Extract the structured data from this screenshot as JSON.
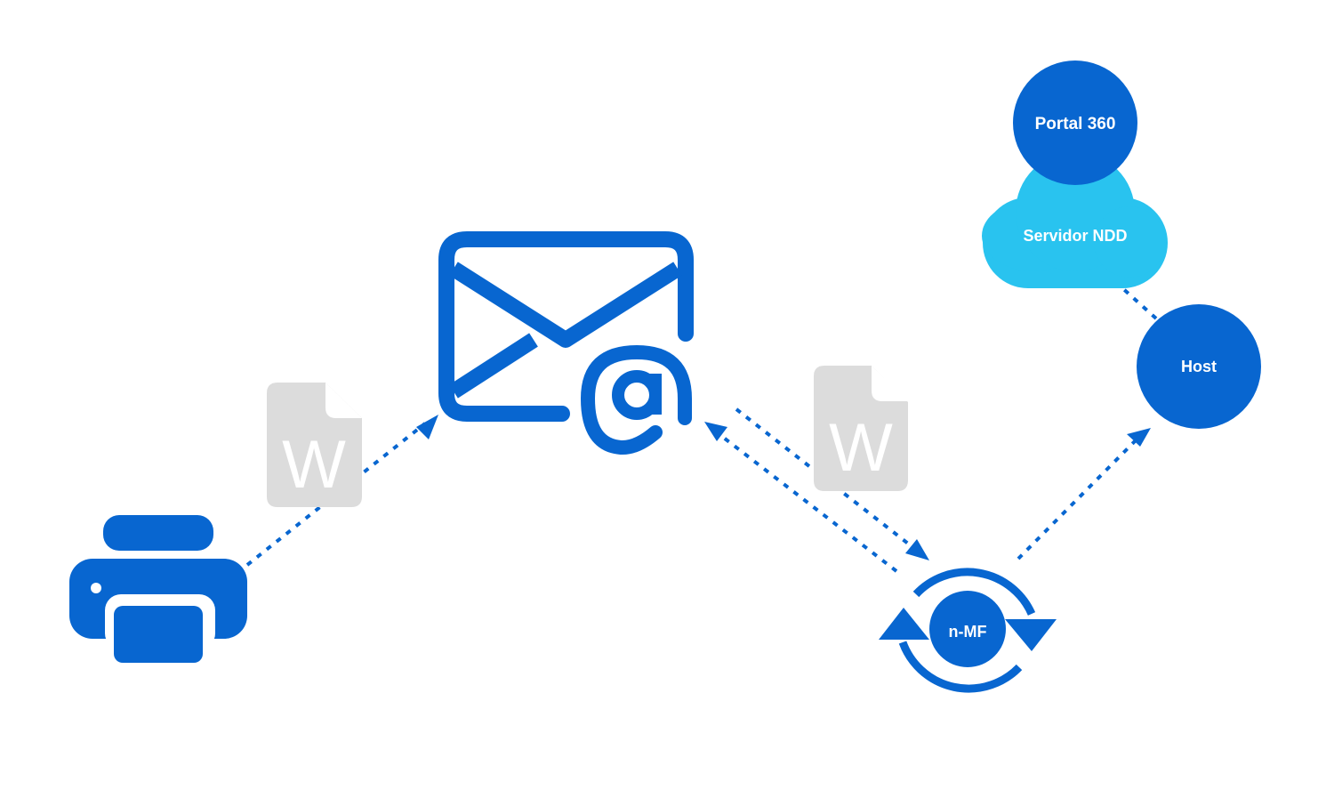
{
  "colors": {
    "primary": "#0866d0",
    "cloud": "#29c3ef",
    "document": "#dcdcdc",
    "background": "#ffffff"
  },
  "nodes": {
    "portal": {
      "label": "Portal 360",
      "icon": "circle"
    },
    "cloud": {
      "label": "Servidor NDD",
      "icon": "cloud-icon"
    },
    "host": {
      "label": "Host",
      "icon": "circle"
    },
    "nmf": {
      "label": "n-MF",
      "icon": "sync-icon"
    },
    "printer": {
      "icon": "printer-icon"
    },
    "email": {
      "icon": "email-at-icon"
    }
  },
  "documents": [
    {
      "letter": "W",
      "icon": "word-document-icon"
    },
    {
      "letter": "W",
      "icon": "word-document-icon"
    }
  ],
  "connections": [
    {
      "from": "printer",
      "to": "email",
      "style": "dotted-arrow"
    },
    {
      "from": "email",
      "to": "nmf",
      "style": "dotted-arrow"
    },
    {
      "from": "nmf",
      "to": "email",
      "style": "dotted-arrow"
    },
    {
      "from": "nmf",
      "to": "host",
      "style": "dotted-arrow"
    },
    {
      "from": "host",
      "to": "cloud",
      "style": "dotted-line"
    }
  ]
}
